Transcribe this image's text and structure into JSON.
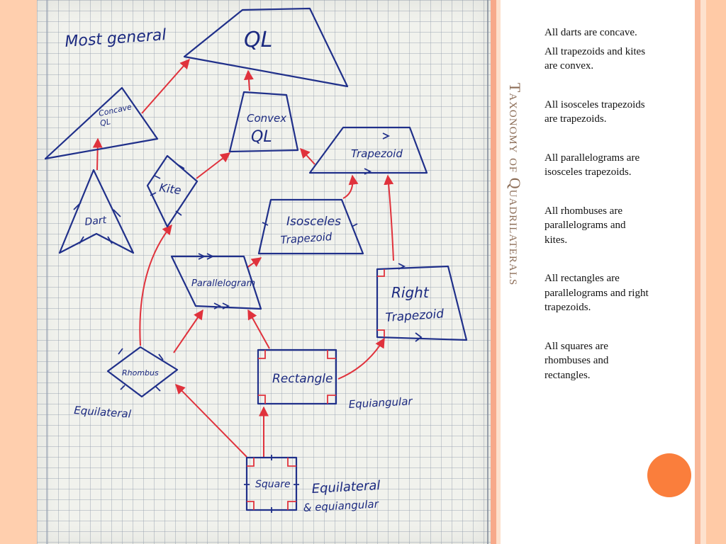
{
  "slide": {
    "title": "Taxonomy of Quadrilaterals",
    "facts": [
      "All darts are concave.",
      "All trapezoids and kites are convex.",
      "All isosceles trapezoids are trapezoids.",
      "All parallelograms are isosceles trapezoids.",
      "All rhombuses are parallelograms and kites.",
      "All rectangles are parallelograms and right trapezoids.",
      "All squares are rhombuses and rectangles."
    ]
  },
  "diagram": {
    "heading": "Most general",
    "nodes": {
      "ql": "QL",
      "concave_ql_1": "Concave",
      "concave_ql_2": "QL",
      "convex_ql_1": "Convex",
      "convex_ql_2": "QL",
      "trapezoid": "Trapezoid",
      "dart": "Dart",
      "kite": "Kite",
      "isosceles_1": "Isosceles",
      "isosceles_2": "Trapezoid",
      "parallelogram": "Parallelogram",
      "right_1": "Right",
      "right_2": "Trapezoid",
      "rhombus": "Rhombus",
      "rectangle": "Rectangle",
      "square": "Square"
    },
    "notes": {
      "equilateral": "Equilateral",
      "equiangular": "Equiangular",
      "square_1": "Equilateral",
      "square_2": "& equiangular"
    },
    "colors": {
      "shape": "#20308a",
      "arrow": "#e0323c",
      "text": "#1c2a80"
    }
  }
}
